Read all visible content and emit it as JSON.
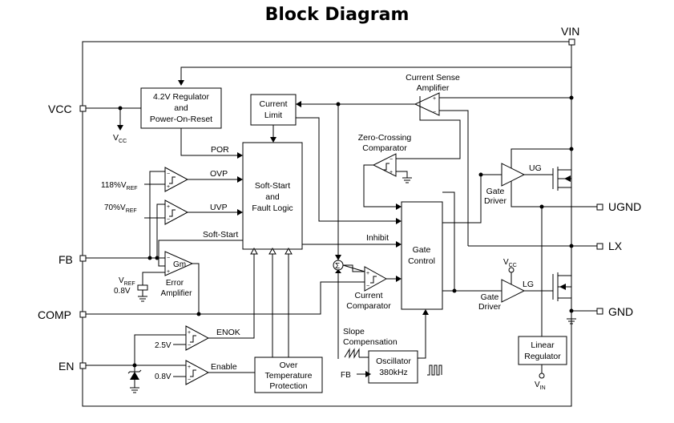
{
  "title": "Block Diagram",
  "pins": {
    "vin": "VIN",
    "vcc": "VCC",
    "fb": "FB",
    "comp": "COMP",
    "en": "EN",
    "ugnd": "UGND",
    "lx": "LX",
    "gnd": "GND"
  },
  "blocks": {
    "regulator": [
      "4.2V Regulator",
      "and",
      "Power-On-Reset"
    ],
    "current_limit": [
      "Current",
      "Limit"
    ],
    "soft_start": [
      "Soft-Start",
      "and",
      "Fault Logic"
    ],
    "gate_control": [
      "Gate",
      "Control"
    ],
    "oscillator": [
      "Oscillator",
      "380kHz"
    ],
    "otp": [
      "Over",
      "Temperature",
      "Protection"
    ],
    "linear_regulator": [
      "Linear",
      "Regulator"
    ]
  },
  "labels": {
    "current_sense": [
      "Current Sense",
      "Amplifier"
    ],
    "zero_cross": [
      "Zero-Crossing",
      "Comparator"
    ],
    "error_amp": [
      "Error",
      "Amplifier"
    ],
    "current_comp": [
      "Current",
      "Comparator"
    ],
    "slope": [
      "Slope",
      "Compensation"
    ],
    "gate_driver_u": [
      "Gate",
      "Driver"
    ],
    "gate_driver_l": [
      "Gate",
      "Driver"
    ],
    "gm": "Gm",
    "sigma": "Σ",
    "por": "POR",
    "ovp": "OVP",
    "uvp": "UVP",
    "soft_start_sig": "Soft-Start",
    "inhibit": "Inhibit",
    "enok": "ENOK",
    "enable": "Enable",
    "ug": "UG",
    "lg": "LG",
    "ovp_ref": "118%V",
    "uvp_ref": "70%V",
    "ref_sub": "REF",
    "vref": "V",
    "vref_val": "0.8V",
    "enok_ref": "2.5V",
    "en_ref": "0.8V",
    "vcc_sym": "V",
    "cc_sub": "CC",
    "vcc_sym2": "V",
    "vin_sym": "V",
    "in_sub": "IN",
    "osc_fb": "FB"
  }
}
